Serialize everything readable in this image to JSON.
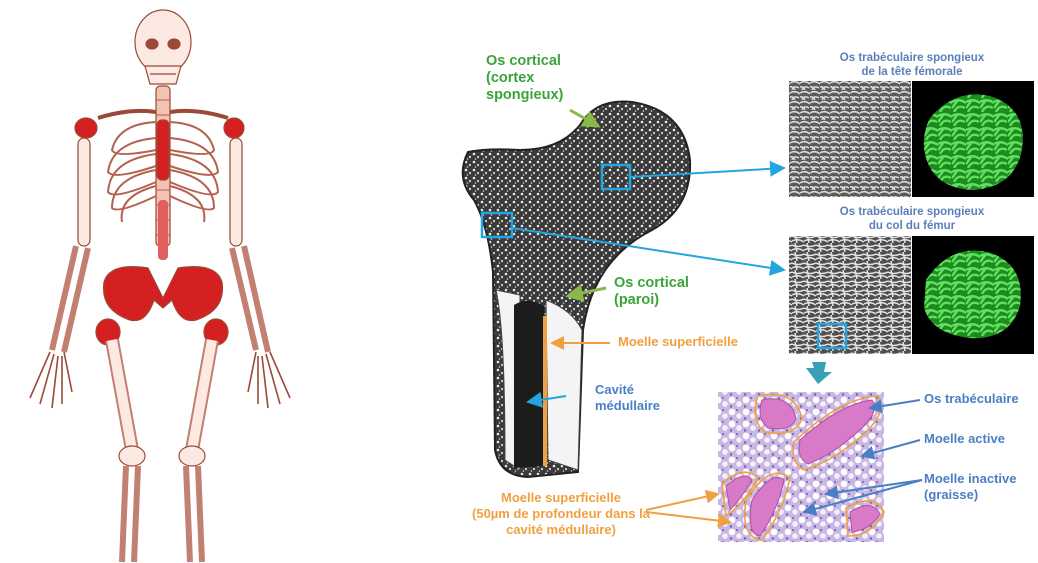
{
  "colors": {
    "bone_fill": "#c47e68",
    "bone_outline": "#9a4a36",
    "marrow_red": "#d42020",
    "cortical_label": "#3aa43a",
    "marrow_label": "#f0a040",
    "histology_label": "#4a7fc4",
    "roi_box": "#23a6e0",
    "arrow_green": "#8ab84a"
  },
  "labels": {
    "cortical_top": "Os cortical\n(cortex\nspongieux)",
    "cortical_wall": "Os cortical\n(paroi)",
    "superficial_marrow": "Moelle superficielle",
    "medullary_cavity": "Cavité\nmédullaire",
    "head_panel_title": "Os trabéculaire spongieux\nde la tête fémorale",
    "neck_panel_title": "Os trabéculaire spongieux\ndu col du fémur",
    "trabecular_bone": "Os trabéculaire",
    "active_marrow": "Moelle active",
    "inactive_marrow": "Moelle inactive\n(graisse)",
    "superficial_marrow_detail": "Moelle superficielle\n(50µm de profondeur dans la\ncavité médullaire)"
  }
}
